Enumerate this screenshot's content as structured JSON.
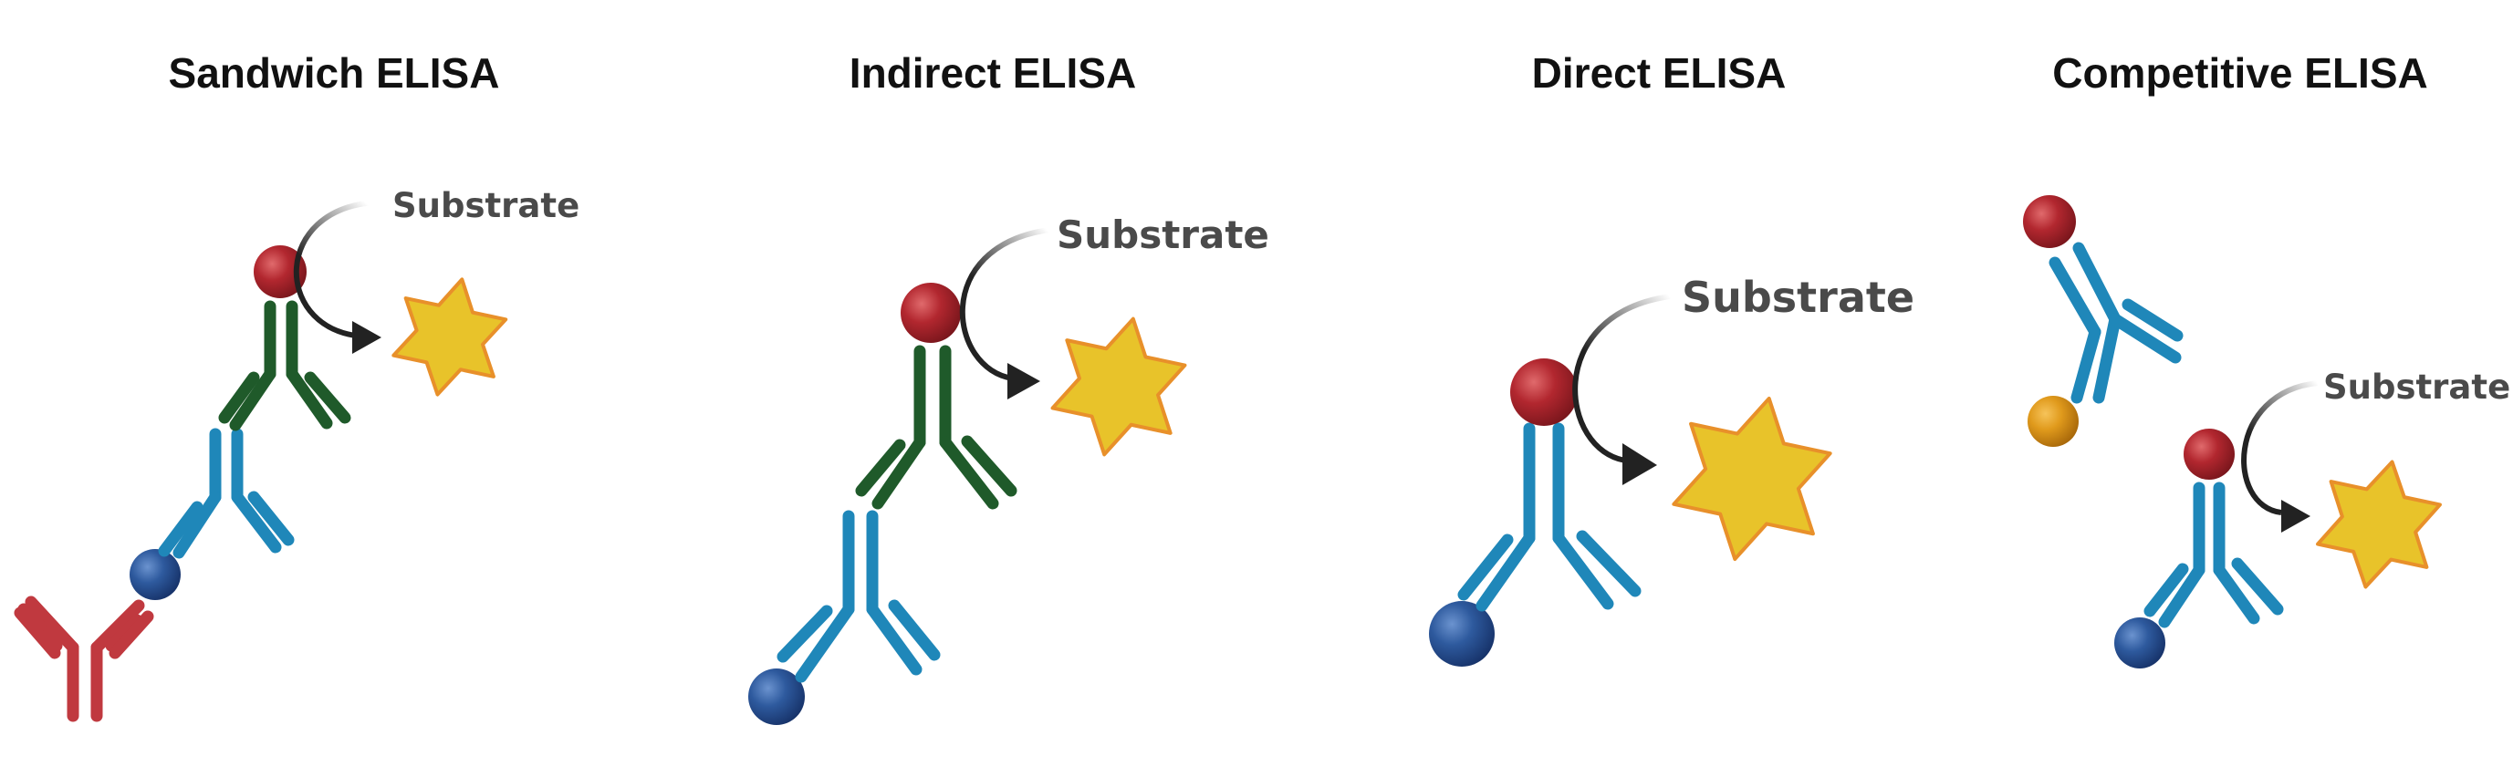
{
  "panels": [
    {
      "title": "Sandwich ELISA",
      "substrate": "Substrate"
    },
    {
      "title": "Indirect ELISA",
      "substrate": "Substrate"
    },
    {
      "title": "Direct ELISA",
      "substrate": "Substrate"
    },
    {
      "title": "Competitive ELISA",
      "substrate": "Substrate"
    }
  ],
  "colors": {
    "capture_antibody": "#c0393f",
    "primary_antibody": "#1f87b9",
    "secondary_antibody": "#1f5a2a",
    "enzyme_label": "#b2272f",
    "antigen": "#2e5a9e",
    "competitor_antigen": "#e09a1c",
    "product_star": "#e8c32a",
    "arrow": "#222222"
  }
}
